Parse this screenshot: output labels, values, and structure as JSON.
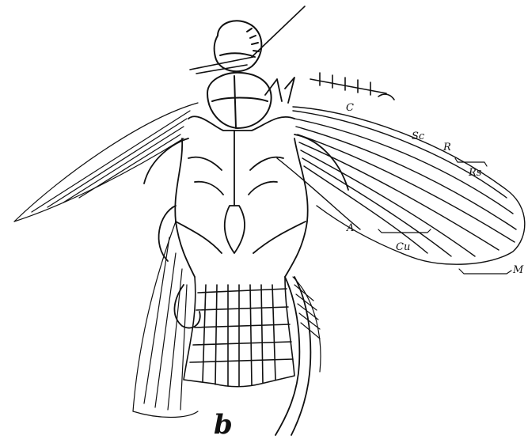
{
  "figure": {
    "caption": "b",
    "ink_color": "#111111",
    "background_color": "#ffffff"
  },
  "labels": {
    "costa": "C",
    "subcosta": "Sc",
    "radius": "R",
    "radial_sector": "Rs",
    "anal": "A",
    "cubitus": "Cu",
    "media": "M"
  }
}
